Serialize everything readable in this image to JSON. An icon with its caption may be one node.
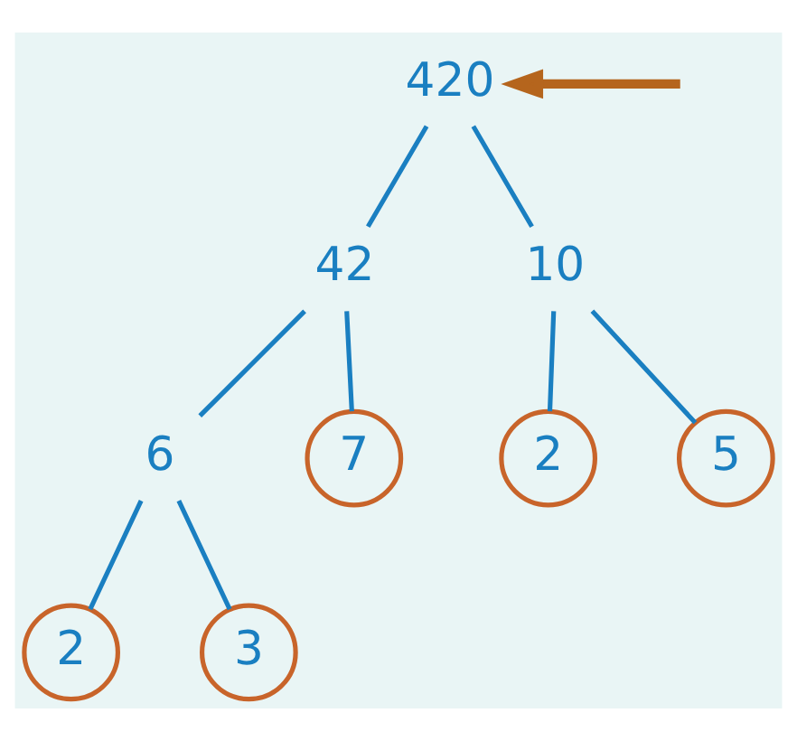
{
  "diagram": {
    "nodes": [
      {
        "text": [
          "420"
        ]
      },
      {
        "text": [
          "42"
        ]
      },
      {
        "text": [
          "10"
        ]
      },
      {
        "text": [
          "6"
        ]
      },
      {
        "text": [
          "7"
        ]
      },
      {
        "text": [
          "2"
        ]
      },
      {
        "text": [
          "5"
        ]
      },
      {
        "text": [
          "2"
        ]
      },
      {
        "text": [
          "3"
        ]
      }
    ],
    "edges": [
      {
        "from": 0,
        "to": 1,
        "arrow": "none"
      },
      {
        "from": 0,
        "to": 2,
        "arrow": "none"
      },
      {
        "from": 1,
        "to": 3,
        "arrow": "none"
      },
      {
        "from": 1,
        "to": 4,
        "arrow": "none"
      },
      {
        "from": 2,
        "to": 5,
        "arrow": "none"
      },
      {
        "from": 2,
        "to": 6,
        "arrow": "none"
      },
      {
        "from": 3,
        "to": 7,
        "arrow": "none"
      },
      {
        "from": 3,
        "to": 8,
        "arrow": "none"
      },
      {
        "from": null,
        "to": 0,
        "arrow": "to",
        "style": "thick",
        "color": "#b5651d"
      }
    ]
  }
}
